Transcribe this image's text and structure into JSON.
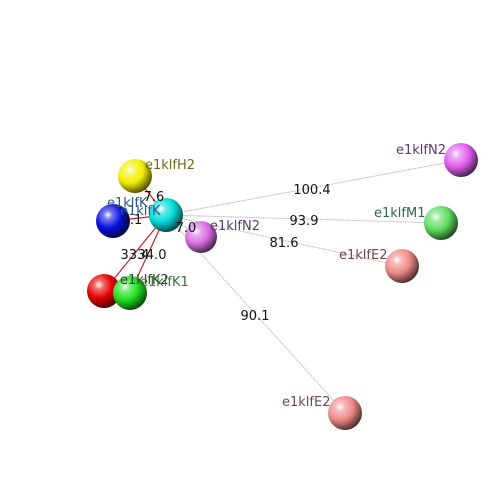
{
  "nodes": [
    {
      "id": "H2",
      "label": "e1klfH2",
      "color": "#f2ef00",
      "label_color": "#6b6a1a"
    },
    {
      "id": "B",
      "label": "e1klfK",
      "color": "#0a10e0",
      "label_color": "#2a5a7a"
    },
    {
      "id": "C",
      "label": "e1klfK",
      "color": "#00dada",
      "label_color": "#2a5a7a"
    },
    {
      "id": "N2a",
      "label": "e1klfN2",
      "color": "#d86ee0",
      "label_color": "#5a3a6a"
    },
    {
      "id": "K2",
      "label": "e1klfK2",
      "color": "#e60000",
      "label_color": "#3a3a3a"
    },
    {
      "id": "K1",
      "label": "e1klfK1",
      "color": "#20e020",
      "label_color": "#2a7a2a"
    },
    {
      "id": "N2b",
      "label": "e1klfN2",
      "color": "#e060ee",
      "label_color": "#5a3a6a"
    },
    {
      "id": "M1",
      "label": "e1klfM1",
      "color": "#60dc60",
      "label_color": "#2a6a4a"
    },
    {
      "id": "E2a",
      "label": "e1klfE2",
      "color": "#ee8a88",
      "label_color": "#6a4a4a"
    },
    {
      "id": "E2b",
      "label": "e1klfE2",
      "color": "#ee8a88",
      "label_color": "#6a4a4a"
    }
  ],
  "edges": [
    {
      "from": "C",
      "to": "N2b",
      "label": "100.4",
      "style": "gray"
    },
    {
      "from": "C",
      "to": "M1",
      "label": "93.9",
      "style": "gray"
    },
    {
      "from": "C",
      "to": "E2a",
      "label": "81.6",
      "style": "gray"
    },
    {
      "from": "C",
      "to": "E2b",
      "label": "90.1",
      "style": "gray"
    },
    {
      "from": "C",
      "to": "N2a",
      "label": "7.0",
      "style": "gray"
    },
    {
      "from": "C",
      "to": "H2",
      "label": "7.6",
      "style": "red"
    },
    {
      "from": "C",
      "to": "B",
      "label": "9.1",
      "style": "red"
    },
    {
      "from": "C",
      "to": "K2",
      "label": "33.4",
      "style": "red"
    },
    {
      "from": "C",
      "to": "K1",
      "label": "34.0",
      "style": "red"
    }
  ],
  "colors": {
    "edge_gray": "#b8b8b8",
    "edge_red": "#cc2222"
  }
}
